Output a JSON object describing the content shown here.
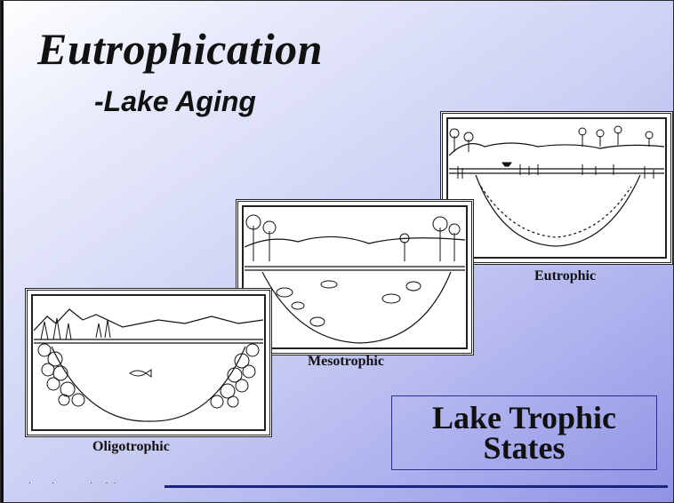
{
  "slide": {
    "title": "Eutrophication",
    "subtitle": "-Lake Aging"
  },
  "illustrations": {
    "oligotrophic": {
      "label": "Oligotrophic"
    },
    "mesotrophic": {
      "label": "Mesotrophic"
    },
    "eutrophic": {
      "label": "Eutrophic"
    }
  },
  "summary_box": {
    "line1": "Lake Trophic",
    "line2": "States"
  },
  "colors": {
    "background_light": "#ffffff",
    "background_dark": "#8f93e4",
    "accent_line": "#1a237e"
  }
}
